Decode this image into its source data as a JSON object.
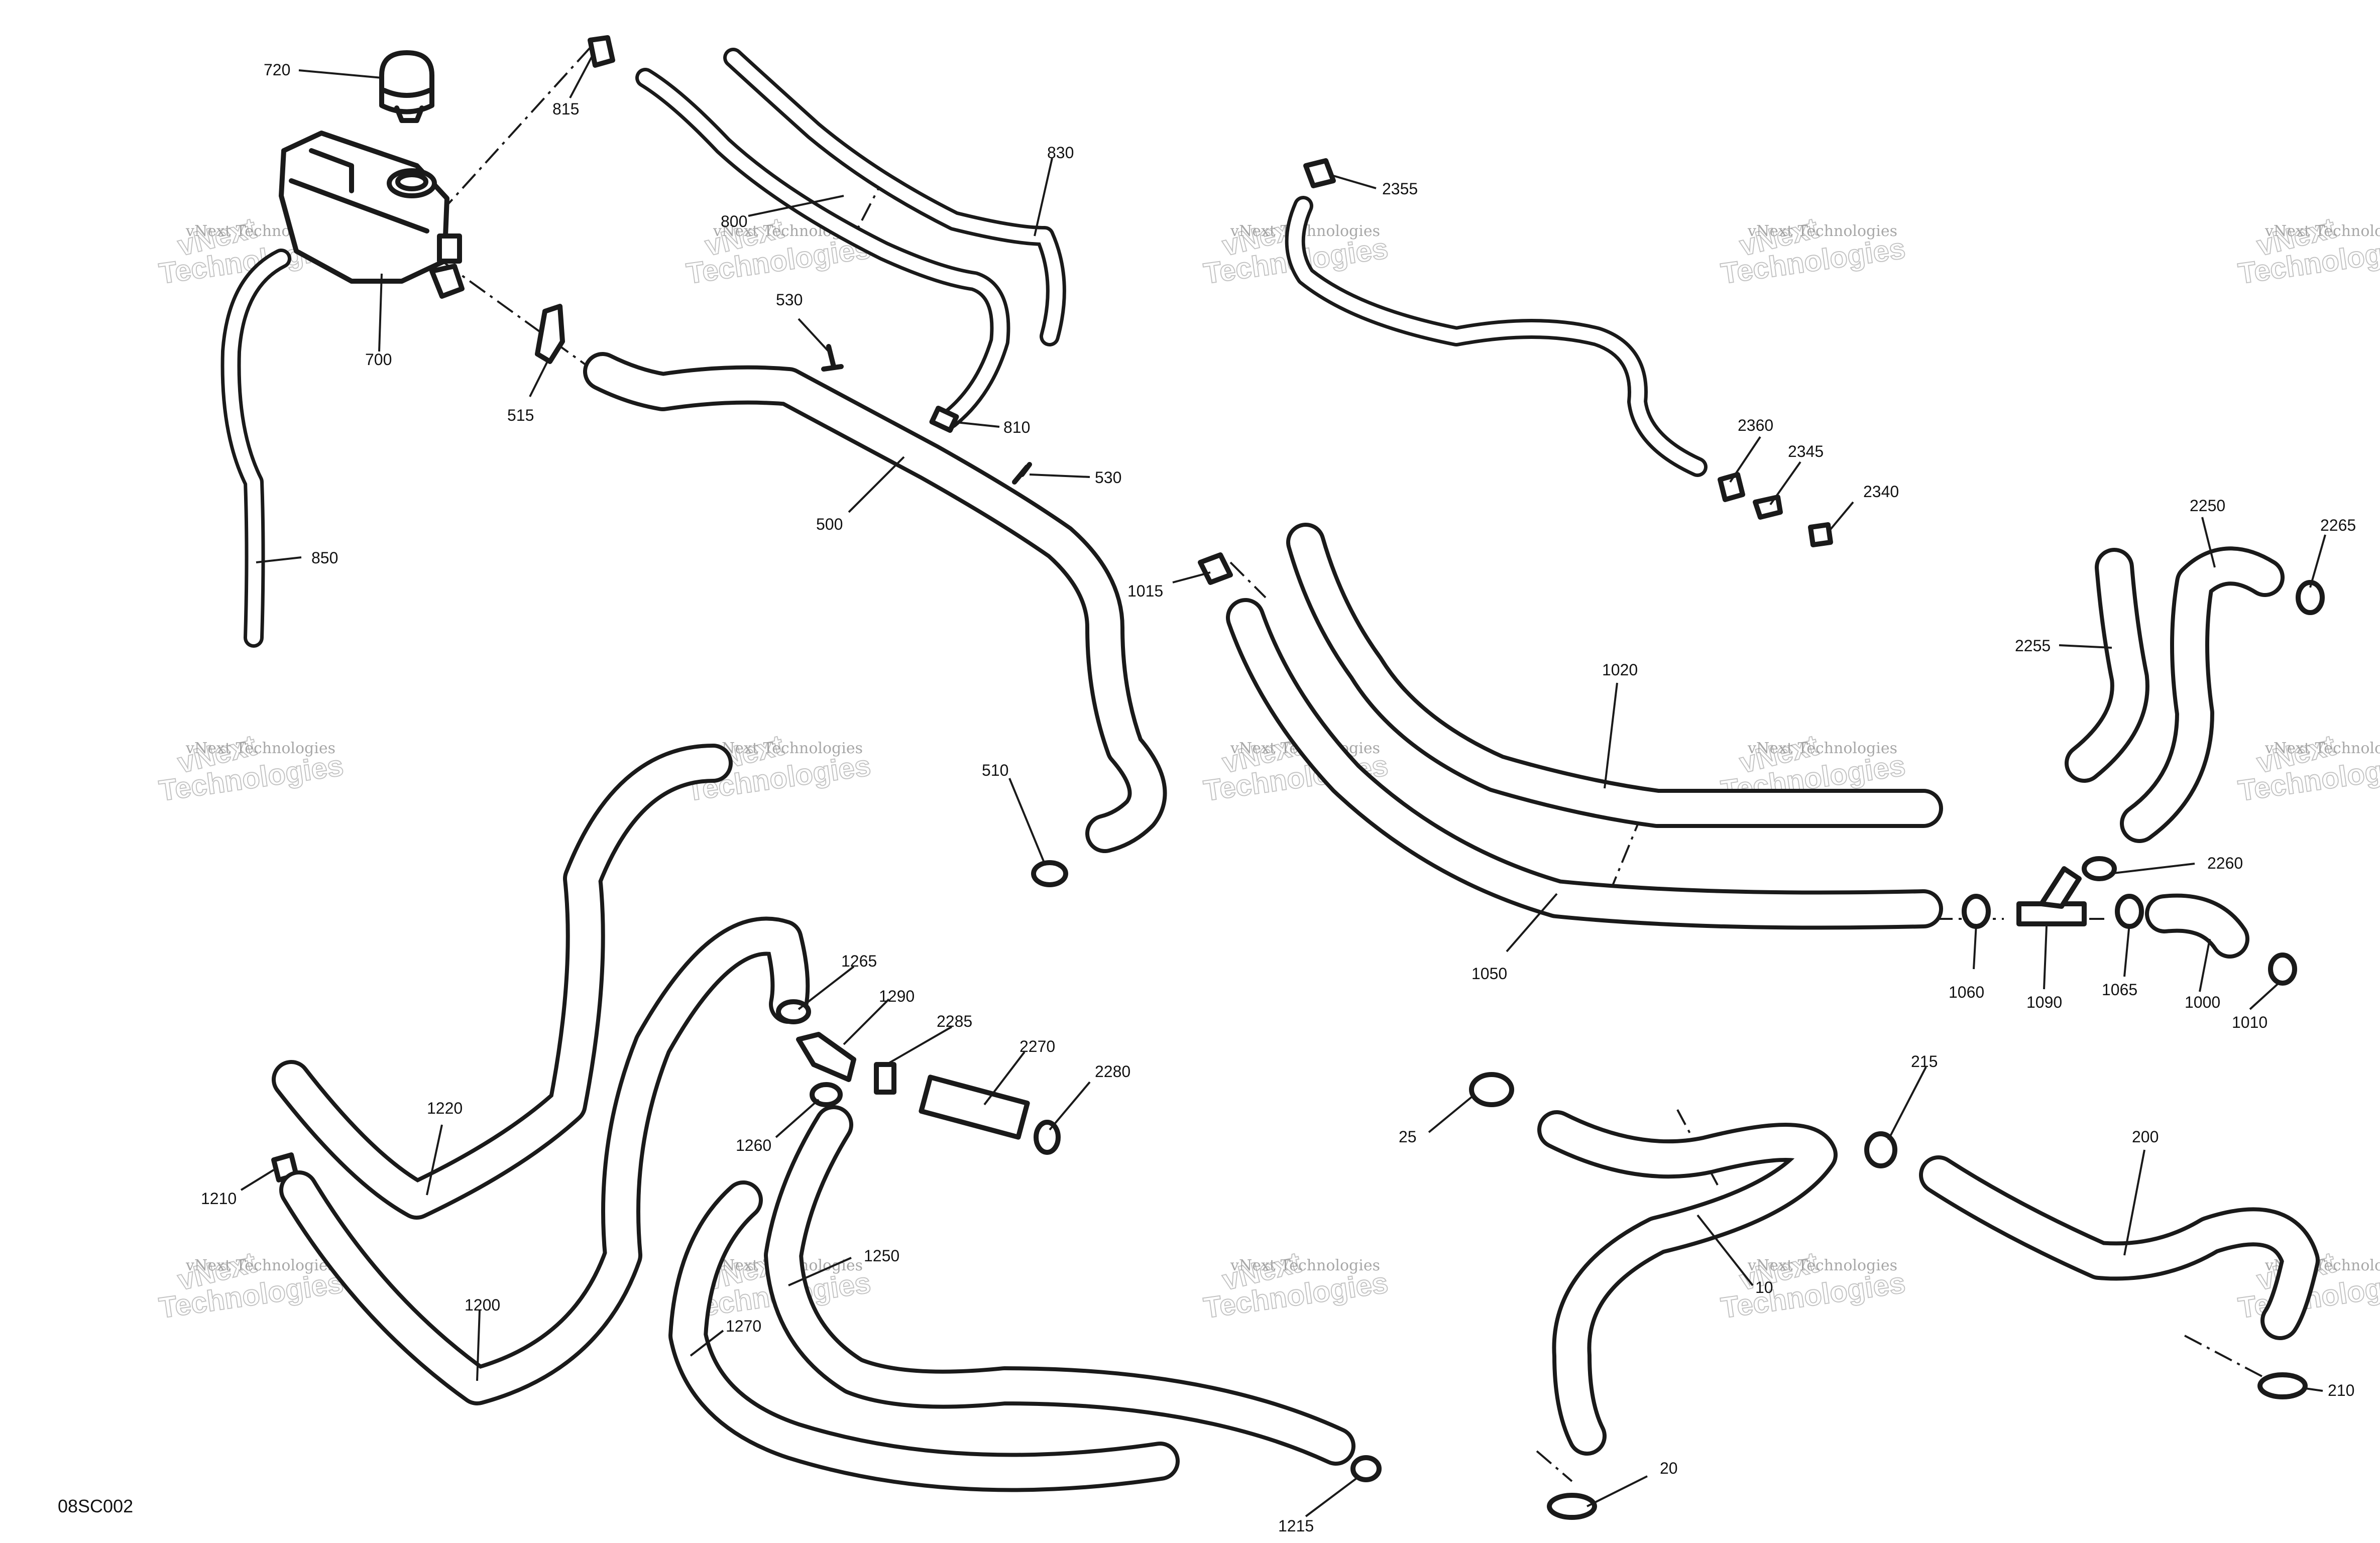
{
  "diagram_code": "08SC002",
  "watermark": {
    "brand_script": "vNext",
    "line_small": "vNext Technologies",
    "line_large": "Technologies"
  },
  "callouts": {
    "p720": "720",
    "p815": "815",
    "p700": "700",
    "p515": "515",
    "p850": "850",
    "p800": "800",
    "p830": "830",
    "p530a": "530",
    "p530b": "530",
    "p810": "810",
    "p500": "500",
    "p510": "510",
    "p2355": "2355",
    "p2360": "2360",
    "p2345": "2345",
    "p2340": "2340",
    "p1015": "1015",
    "p1020": "1020",
    "p1050": "1050",
    "p2250": "2250",
    "p2265": "2265",
    "p2255": "2255",
    "p2260": "2260",
    "p1060": "1060",
    "p1090": "1090",
    "p1065": "1065",
    "p1000": "1000",
    "p1010": "1010",
    "p1265": "1265",
    "p1290": "1290",
    "p2285": "2285",
    "p2270": "2270",
    "p2280": "2280",
    "p1260": "1260",
    "p1220": "1220",
    "p1210": "1210",
    "p1200": "1200",
    "p1250": "1250",
    "p1270": "1270",
    "p1215": "1215",
    "p25": "25",
    "p10": "10",
    "p20": "20",
    "p215": "215",
    "p200": "200",
    "p210": "210"
  },
  "colors": {
    "line": "#1a1a1a",
    "background": "#ffffff",
    "watermark": "#b5b5b5"
  }
}
